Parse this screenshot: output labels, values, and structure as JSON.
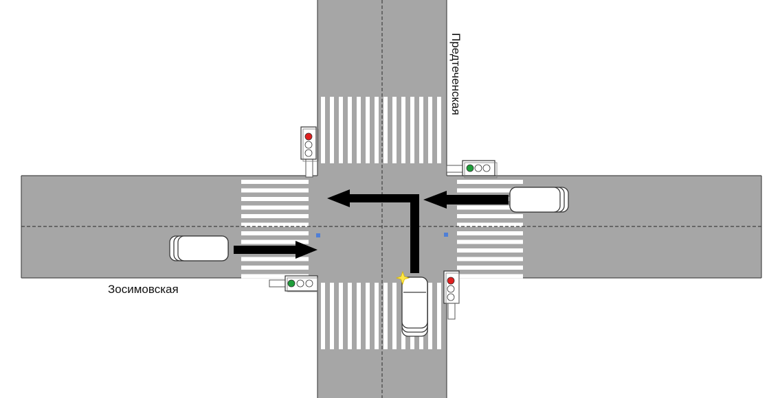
{
  "streets": {
    "horizontal_name": "Зосимовская",
    "vertical_name": "Предтеченская"
  },
  "colors": {
    "background": "#ffffff",
    "road": "#a6a6a6",
    "road_edge": "#4a4a4a",
    "crosswalk": "#ffffff",
    "center_line": "#404040",
    "arrow": "#000000",
    "car_body": "#ffffff",
    "car_outline": "#3a3a3a",
    "light_red": "#e02020",
    "light_green": "#1e9e3a",
    "light_off": "#ffffff",
    "highlight": "#ffe84a",
    "marker": "#4f7fd6"
  },
  "vehicles": [
    {
      "id": "car-west-approach",
      "heading": "east",
      "turn": "straight"
    },
    {
      "id": "car-east-approach",
      "heading": "west",
      "turn": "straight"
    },
    {
      "id": "car-south-approach",
      "heading": "north",
      "turn": "left",
      "highlighted": true
    }
  ],
  "traffic_lights": [
    {
      "id": "light-nw",
      "orientation": "vertical",
      "active": "red"
    },
    {
      "id": "light-ne",
      "orientation": "horizontal",
      "active": "green"
    },
    {
      "id": "light-sw",
      "orientation": "horizontal",
      "active": "green"
    },
    {
      "id": "light-se",
      "orientation": "vertical",
      "active": "red"
    }
  ],
  "icons": {
    "car": "car-icon",
    "traffic_light": "traffic-light-icon",
    "arrow": "direction-arrow-icon",
    "spark": "spark-icon"
  }
}
